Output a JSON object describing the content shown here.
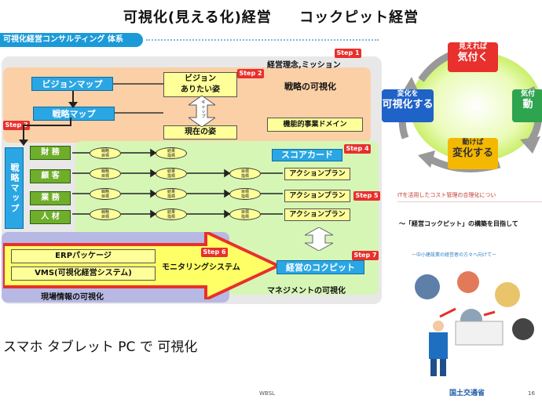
{
  "title": {
    "left": "可視化(見える化)経営",
    "right": "コックピット経営"
  },
  "system_label": "可視化経営コンサルティング 体系",
  "steps": [
    "Step 1",
    "Step 2",
    "Step 3",
    "Step 4",
    "Step 5",
    "Step 6",
    "Step 7"
  ],
  "top": {
    "mission": "経営理念,ミッション",
    "vision_map": "ビジョンマップ",
    "vision": "ビジョン\nありたい姿",
    "strategy_map": "戦略マップ",
    "current": "現在の姿",
    "strategy_visual": "戦略の可視化",
    "domain": "機能的事業ドメイン",
    "gap": "ギャップ"
  },
  "left": {
    "strategy_map_vertical": "戦略マップ",
    "items": [
      "財 務",
      "顧 客",
      "業 務",
      "人 材"
    ]
  },
  "middle": {
    "oval1": "戦略\n目標",
    "oval2": "結果\n指標",
    "target": "目標\n指標",
    "scorecard": "スコアカード",
    "action": "アクションプラン"
  },
  "bottom": {
    "erp": "ERPパッケージ",
    "vms": "VMS(可視化経営システム)",
    "monitoring": "モニタリングシステム",
    "field": "現場情報の可視化",
    "cockpit": "経営のコクピット",
    "management": "マネジメントの可視化"
  },
  "caption": "スマホ タブレット PC で 可視化",
  "footer": {
    "org": "WBSL",
    "page": "16",
    "ministry": "国土交通省"
  },
  "cycle": {
    "top": {
      "line1": "見えれば",
      "line2": "気付く"
    },
    "right": {
      "line1": "気付",
      "line2": "動"
    },
    "bottom": {
      "line1": "動けば",
      "line2": "変化する"
    },
    "left": {
      "line1": "変化を",
      "line2": "可視化する"
    }
  },
  "right_texts": {
    "it_note": "ITを活用したコスト管理の合理化につい",
    "cockpit_goal": "～「経営コックピット」の構築を目指して",
    "sme": "ー中小建設業の経営者の方々へ向けてー"
  },
  "colors": {
    "accent": "#1c9ad8",
    "step": "#e8302c",
    "arrow": "#e8302c"
  }
}
